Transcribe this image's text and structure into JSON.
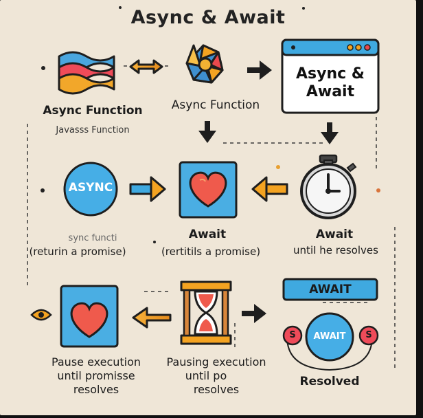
{
  "title": "Async & Await",
  "row1": {
    "left_label": "Async Function",
    "left_sublabel": "Javasss Function",
    "middle_label": "Async Function",
    "window_text_line1": "Async &",
    "window_text_line2": "Await"
  },
  "row2": {
    "async_badge": "ASYNC",
    "left_label_line1": "sync functi",
    "left_label_line2": "(returin  a promise)",
    "middle_label_line1": "Await",
    "middle_label_line2": "(rertitils a promise)",
    "right_label_line1": "Await",
    "right_label_line2": "untiI he resolves"
  },
  "row3": {
    "left_label_line1": "Pause execution",
    "left_label_line2": "until  promisse",
    "left_label_line3": "resolves",
    "middle_label_line1": "Pausing execution",
    "middle_label_line2": "until  po",
    "middle_label_line3": "resolves",
    "await_pill": "AWAIT",
    "await_badge": "AWAIT",
    "dollar_symbol": "S",
    "right_label": "Resolved"
  },
  "colors": {
    "background": "#efe6d7",
    "blue": "#3fa9e0",
    "orange": "#f4a321",
    "red": "#e9494d",
    "dark": "#1e1e1e"
  }
}
